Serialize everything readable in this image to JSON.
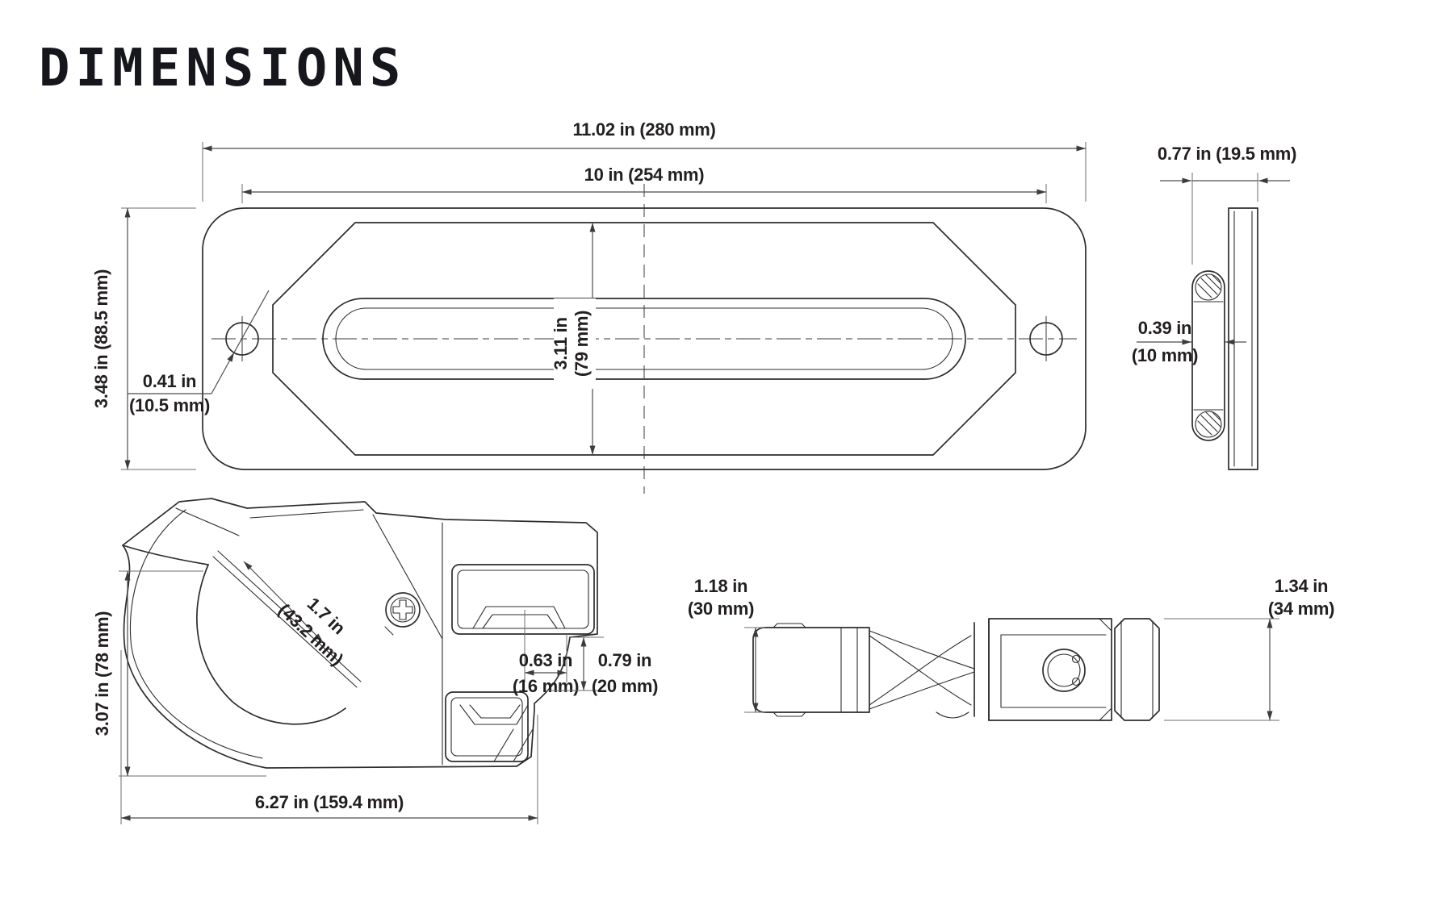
{
  "title": "DIMENSIONS",
  "colors": {
    "ink": "#231f20",
    "part_line": "#2d2d2f",
    "dim_line": "#4c4c4e"
  },
  "fairlead_front": {
    "overall_width": "11.02 in (280 mm)",
    "bolt_spacing": "10 in (254 mm)",
    "overall_height": "3.48 in (88.5 mm)",
    "hole_dia": [
      "0.41 in",
      "(10.5 mm)"
    ],
    "opening_height": [
      "3.11 in",
      "(79 mm)"
    ]
  },
  "fairlead_side": {
    "thickness": "0.77 in (19.5 mm)",
    "lip_width": [
      "0.39 in",
      "(10 mm)"
    ]
  },
  "hook_side": {
    "height": "3.07 in (78 mm)",
    "length": "6.27 in (159.4 mm)",
    "jaw_opening": [
      "1.7 in",
      "(43.2 mm)"
    ],
    "slot_width": [
      "0.63 in",
      "(16 mm)"
    ],
    "mouth_height": [
      "0.79 in",
      "(20 mm)"
    ]
  },
  "hook_top": {
    "tip_width": [
      "1.18 in",
      "(30 mm)"
    ],
    "shackle_width": [
      "1.34 in",
      "(34 mm)"
    ]
  }
}
